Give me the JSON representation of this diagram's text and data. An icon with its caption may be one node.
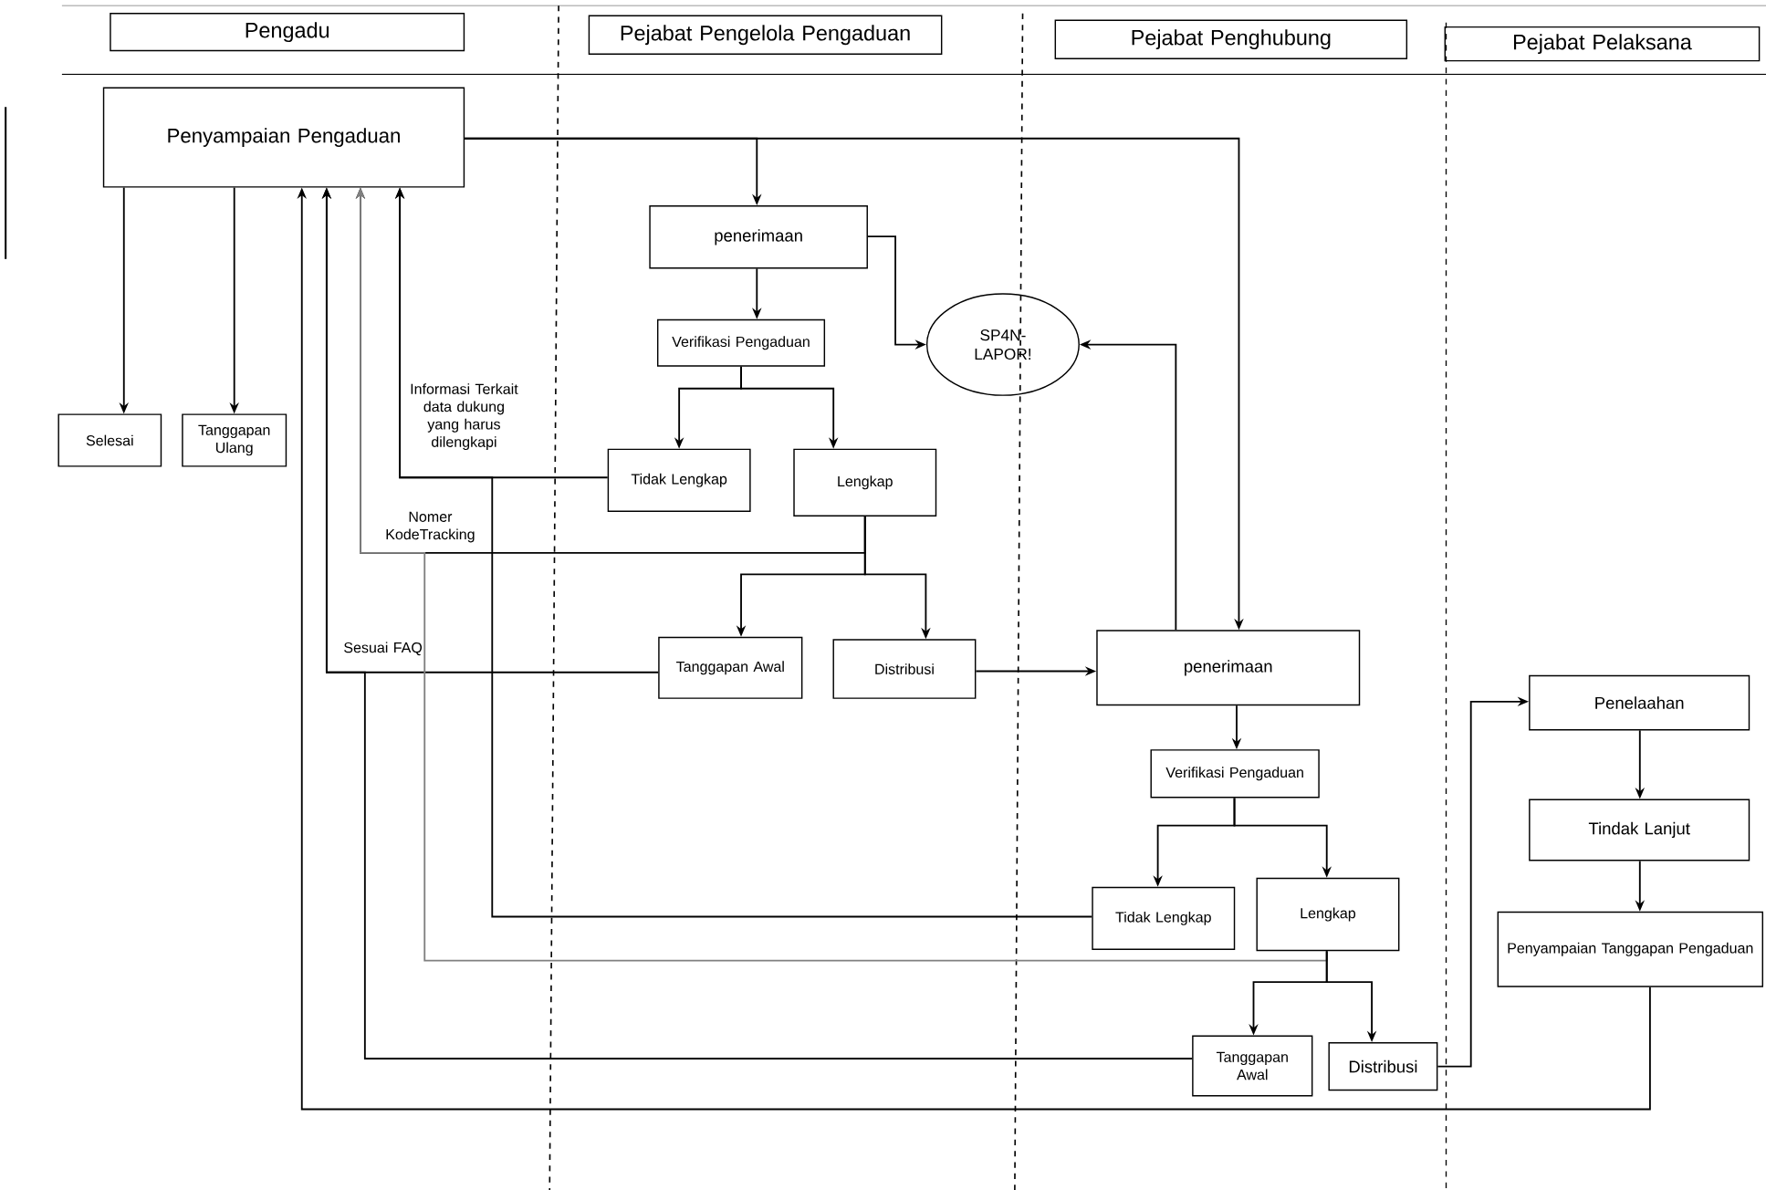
{
  "diagram": {
    "nodes": [
      {
        "text": [
          "Pengadu"
        ]
      },
      {
        "text": [
          "Pejabat Pengelola Pengaduan"
        ]
      },
      {
        "text": [
          "Pejabat Penghubung"
        ]
      },
      {
        "text": [
          "Pejabat Pelaksana"
        ]
      },
      {
        "text": [
          "Penyampaian Pengaduan"
        ]
      },
      {
        "text": [
          "Selesai"
        ]
      },
      {
        "text": [
          "Tanggapan Ulang"
        ]
      },
      {
        "text": [
          "penerimaan"
        ]
      },
      {
        "text": [
          "Verifikasi Pengaduan"
        ]
      },
      {
        "text": [
          "SP4N-LAPOR!"
        ]
      },
      {
        "text": [
          "Tidak Lengkap"
        ]
      },
      {
        "text": [
          "Lengkap"
        ]
      },
      {
        "text": [
          "Tanggapan Awal"
        ]
      },
      {
        "text": [
          "Distribusi"
        ]
      },
      {
        "text": [
          "penerimaan"
        ]
      },
      {
        "text": [
          "Verifikasi Pengaduan"
        ]
      },
      {
        "text": [
          "Tidak Lengkap"
        ]
      },
      {
        "text": [
          "Lengkap"
        ]
      },
      {
        "text": [
          "Tanggapan Awal"
        ]
      },
      {
        "text": [
          "Distribusi"
        ]
      },
      {
        "text": [
          "Penelaahan"
        ]
      },
      {
        "text": [
          "Tindak Lanjut"
        ]
      },
      {
        "text": [
          "Penyampaian Tanggapan Pengaduan"
        ]
      }
    ],
    "edges": [
      {
        "from": 4,
        "to": 5,
        "arrow": "to"
      },
      {
        "from": 4,
        "to": 6,
        "arrow": "to"
      },
      {
        "from": 4,
        "to": 7,
        "arrow": "to"
      },
      {
        "from": 4,
        "to": 14,
        "arrow": "to"
      },
      {
        "from": 7,
        "to": 8,
        "arrow": "to"
      },
      {
        "from": 7,
        "to": 9,
        "arrow": "to"
      },
      {
        "from": 14,
        "to": 9,
        "arrow": "to"
      },
      {
        "from": 8,
        "to": 10,
        "arrow": "to"
      },
      {
        "from": 8,
        "to": 11,
        "arrow": "to"
      },
      {
        "from": 10,
        "to": 4,
        "arrow": "to",
        "label": "Informasi Terkait data dukung yang harus dilengkapi"
      },
      {
        "from": 11,
        "to": 4,
        "arrow": "to",
        "label": "Nomer KodeTracking"
      },
      {
        "from": 11,
        "to": 12,
        "arrow": "to"
      },
      {
        "from": 11,
        "to": 13,
        "arrow": "to"
      },
      {
        "from": 12,
        "to": 4,
        "arrow": "to",
        "label": "Sesuai FAQ"
      },
      {
        "from": 13,
        "to": 14,
        "arrow": "to"
      },
      {
        "from": 14,
        "to": 15,
        "arrow": "to"
      },
      {
        "from": 15,
        "to": 16,
        "arrow": "to"
      },
      {
        "from": 15,
        "to": 17,
        "arrow": "to"
      },
      {
        "from": 16,
        "to": 4,
        "arrow": "to"
      },
      {
        "from": 17,
        "to": 4,
        "arrow": "to",
        "color": "#808080"
      },
      {
        "from": 17,
        "to": 18,
        "arrow": "to"
      },
      {
        "from": 17,
        "to": 19,
        "arrow": "to"
      },
      {
        "from": 18,
        "to": 4,
        "arrow": "to"
      },
      {
        "from": 19,
        "to": 20,
        "arrow": "to"
      },
      {
        "from": 20,
        "to": 21,
        "arrow": "to"
      },
      {
        "from": 21,
        "to": 22,
        "arrow": "to"
      },
      {
        "from": 22,
        "to": 4,
        "arrow": "to"
      }
    ]
  }
}
